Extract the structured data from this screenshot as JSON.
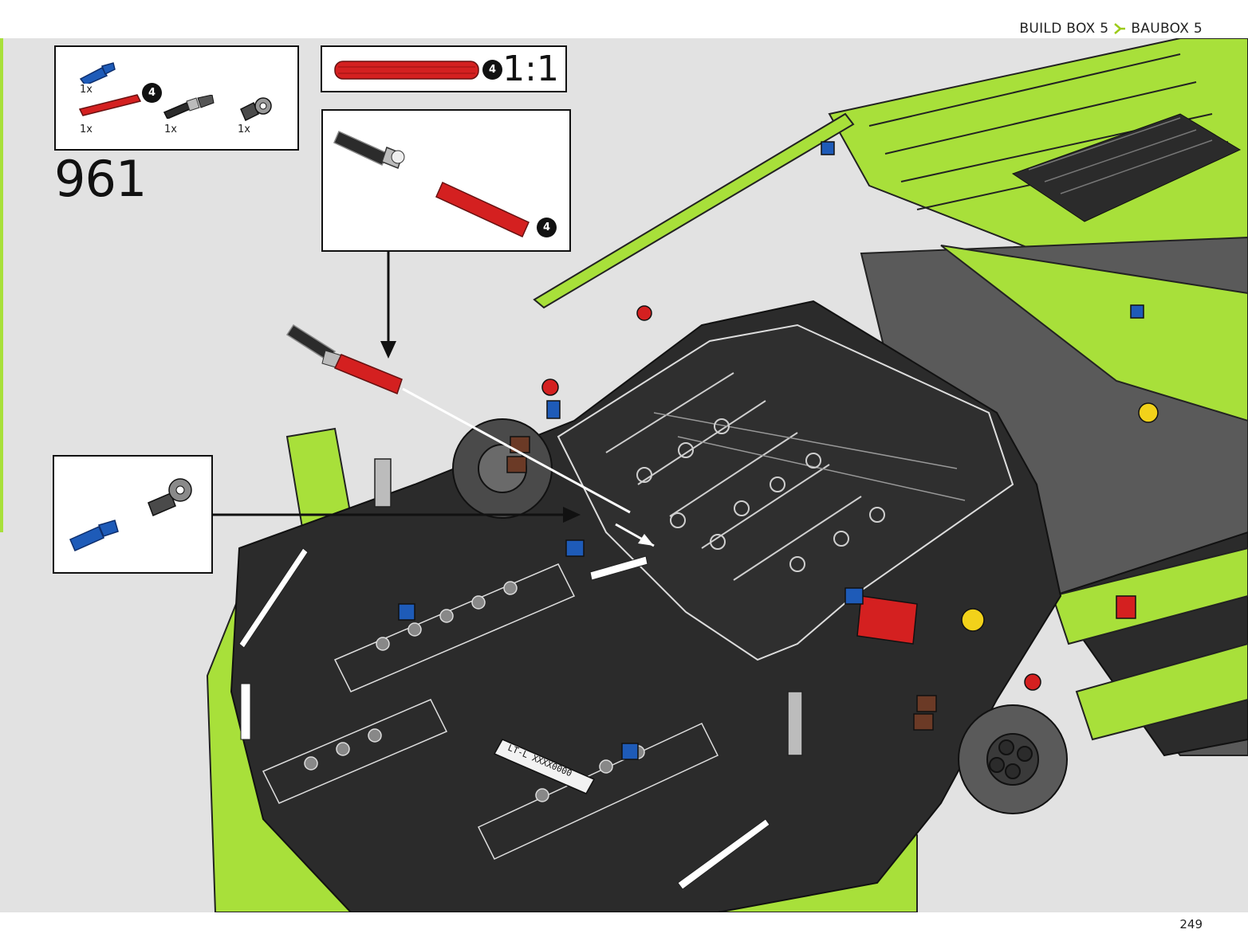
{
  "header": {
    "left_label": "BUILD BOX 5",
    "right_label": "BAUBOX 5",
    "arrow_color": "#9ccb19"
  },
  "step": {
    "number": "961"
  },
  "parts_list": {
    "items": [
      {
        "name": "blue-connector-pin",
        "qty": "1x"
      },
      {
        "name": "red-axle",
        "qty": "1x",
        "length_badge": "4"
      },
      {
        "name": "black-axle-pin",
        "qty": "1x"
      },
      {
        "name": "gray-pin-connector",
        "qty": "1x"
      }
    ]
  },
  "scale_reference": {
    "length_badge": "4",
    "scale": "1:1"
  },
  "callout_1": {
    "length_badge": "4"
  },
  "plate": {
    "text": "LT-L XXXX0000"
  },
  "page": {
    "number": "249"
  },
  "colors": {
    "lime": "#a8e03a",
    "dark": "#2b2b2b",
    "background": "#e2e2e2",
    "red": "#d42020",
    "blue": "#1e5bb8"
  }
}
